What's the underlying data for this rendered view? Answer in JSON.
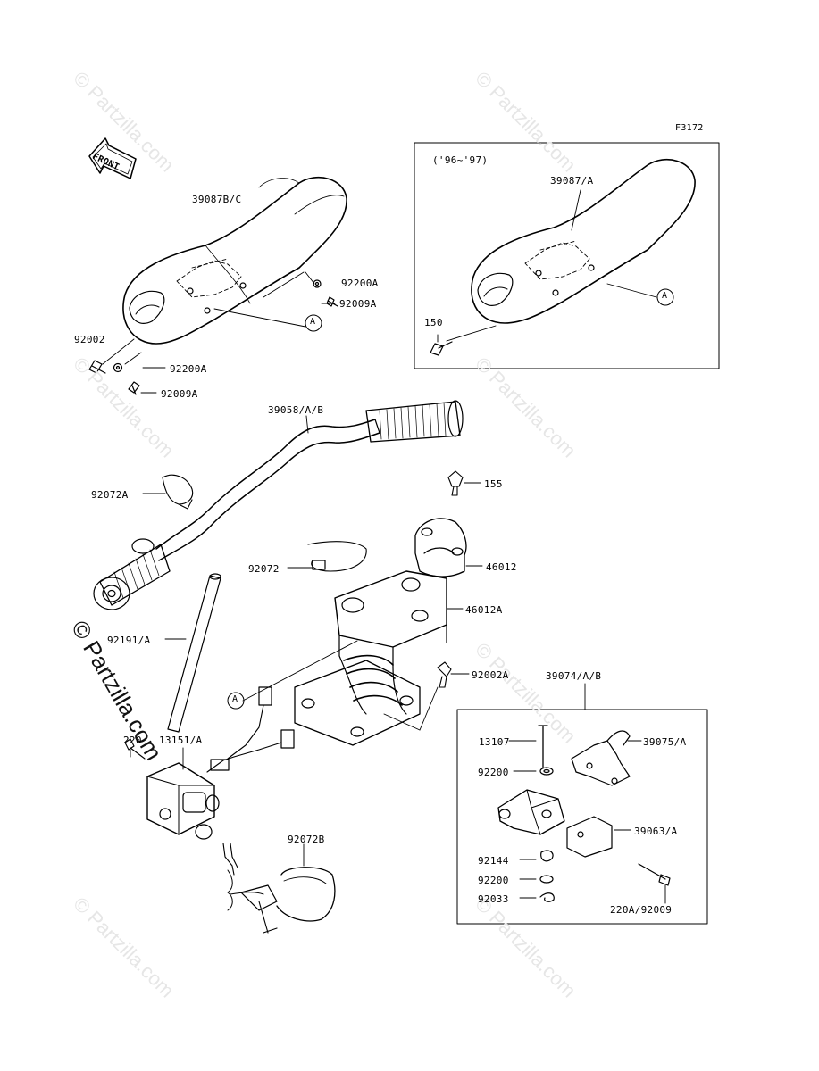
{
  "figure_code": "F3172",
  "front_label": "FRONT",
  "inset_top": {
    "years": "('96~'97)"
  },
  "callout_letter": "A",
  "watermark": "© Partzilla.com",
  "labels": {
    "p39087bc": "39087B/C",
    "p92200a_1": "92200A",
    "p92009a_1": "92009A",
    "p92002": "92002",
    "p92200a_2": "92200A",
    "p92009a_2": "92009A",
    "p39087a": "39087/A",
    "p150": "150",
    "p39058": "39058/A/B",
    "p92072a": "92072A",
    "p155": "155",
    "p92072": "92072",
    "p46012": "46012",
    "p46012a": "46012A",
    "p92191": "92191/A",
    "p92002a": "92002A",
    "p39074": "39074/A/B",
    "p220": "220",
    "p13151": "13151/A",
    "p13107": "13107",
    "p39075": "39075/A",
    "p92200_1": "92200",
    "p39063": "39063/A",
    "p92144": "92144",
    "p92200_2": "92200",
    "p92033": "92033",
    "p220a": "220A/92009",
    "p92072b": "92072B"
  }
}
